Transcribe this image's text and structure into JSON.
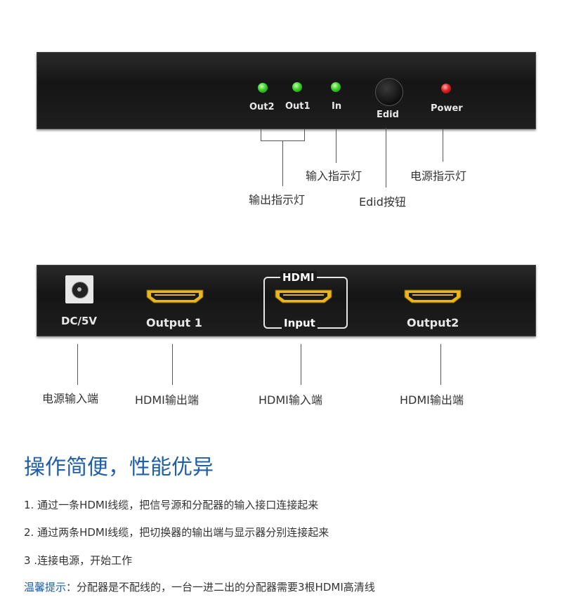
{
  "top_device": {
    "indicators": [
      {
        "label": "Out2",
        "color": "green"
      },
      {
        "label": "Out1",
        "color": "green"
      },
      {
        "label": "In",
        "color": "green"
      }
    ],
    "button_label": "Edid",
    "power_label": "Power"
  },
  "top_callouts": {
    "output_led": "输出指示灯",
    "input_led": "输入指示灯",
    "edid_button": "Edid按钮",
    "power_led": "电源指示灯"
  },
  "bottom_device": {
    "dc_label": "DC/5V",
    "output1_label": "Output 1",
    "hdmi_frame_label": "HDMI",
    "input_label": "Input",
    "output2_label": "Output2"
  },
  "bottom_callouts": {
    "power_in": "电源输入端",
    "hdmi_out_1": "HDMI输出端",
    "hdmi_in": "HDMI输入端",
    "hdmi_out_2": "HDMI输出端"
  },
  "section": {
    "heading": "操作简便，性能优异",
    "steps": [
      "1. 通过一条HDMI线缆，把信号源和分配器的输入接口连接起来",
      "2. 通过两条HDMI线缆，把切换器的输出端与显示器分别连接起来",
      " 3 .连接电源，开始工作"
    ],
    "tip_label": "温馨提示",
    "tip_text": "：分配器是不配线的，一台一进二出的分配器需要3根HDMI高清线"
  },
  "colors": {
    "heading": "#1f5fa8",
    "led_green": "#3bd12a",
    "led_red": "#e02020",
    "hdmi_port": "#e8b620"
  }
}
